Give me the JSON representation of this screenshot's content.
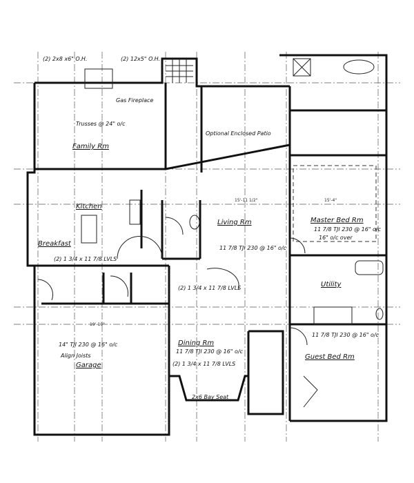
{
  "plan": {
    "rooms": {
      "family": "Family Rm",
      "kitchen": "Kitchen",
      "breakfast": "Breakfast",
      "living": "Living Rm",
      "master": "Master Bed Rm",
      "utility": "Utility",
      "guest": "Guest Bed Rm",
      "dining": "Dining Rm",
      "garage": "Garage",
      "patio": "Optional Enclosed Patio"
    },
    "notes": {
      "header_left": "(2) 2x8 x6\" O.H.",
      "header_mid": "(2) 12x5\" O.H.",
      "fireplace": "Gas Fireplace",
      "trusses": "Trusses @ 24\" o/c",
      "kitchen_beam": "(2) 1 3/4 x 11 7/8 LVLS",
      "living_joist": "11 7/8 TJI 230 @ 16\" o/c",
      "living_beam": "(2) 1 3/4 x 11 7/8 LVLS",
      "master_joist": "11 7/8 TJI 230 @ 16\" o/c",
      "master_over": "16\" o/c over",
      "guest_joist": "11 7/8 TJI 230 @ 16\" o/c",
      "dining_joist": "11 7/8 TJI 230 @ 16\" o/c",
      "dining_beam": "(2) 1 3/4 x 11 7/8 LVLS",
      "garage_joist": "14\" TJI 230 @ 16\" o/c",
      "garage_note": "Align Joists",
      "bay": "2x6 Bay Seat",
      "dim_garage": "19'-10\"",
      "dim_living": "15'-11 1/2\"",
      "dim_master": "15'-4\""
    }
  }
}
